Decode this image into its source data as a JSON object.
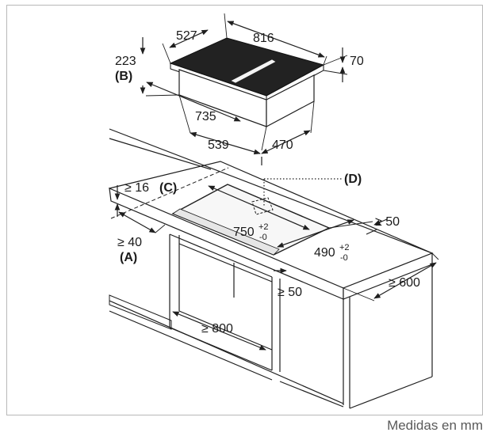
{
  "dimensions": {
    "d527": "527",
    "d816": "816",
    "d223": "223",
    "d70": "70",
    "d735": "735",
    "d539": "539",
    "d470": "470",
    "d16": "≥ 16",
    "d40": "≥ 40",
    "d750": "750",
    "d750_sup": "+2",
    "d750_sub": "-0",
    "d490": "490",
    "d490_sup": "+2",
    "d490_sub": "-0",
    "d50a": "≥ 50",
    "d50b": "≥ 50",
    "d600": "≥ 600",
    "d800": "≥ 800"
  },
  "callouts": {
    "A": "(A)",
    "B": "(B)",
    "C": "(C)",
    "D": "(D)"
  },
  "caption": "Medidas en mm"
}
